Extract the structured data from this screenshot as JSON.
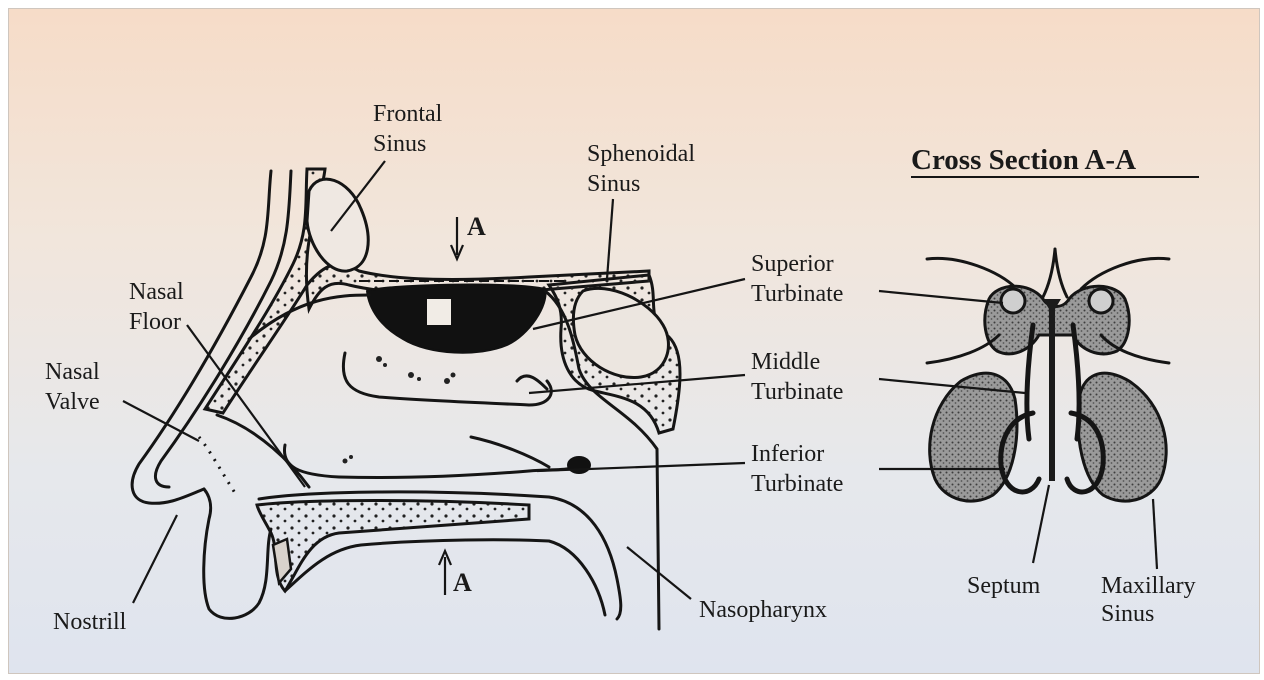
{
  "diagram": {
    "labels": {
      "frontal_sinus": [
        "Frontal",
        "Sinus"
      ],
      "sphenoidal_sinus": [
        "Sphenoidal",
        "Sinus"
      ],
      "nasal_floor": [
        "Nasal",
        "Floor"
      ],
      "nasal_valve": [
        "Nasal",
        "Valve"
      ],
      "nostrill": "Nostrill",
      "superior_turbinate": [
        "Superior",
        "Turbinate"
      ],
      "middle_turbinate": [
        "Middle",
        "Turbinate"
      ],
      "inferior_turbinate": [
        "Inferior",
        "Turbinate"
      ],
      "nasopharynx": "Nasopharynx",
      "septum": "Septum",
      "maxillary_sinus": [
        "Maxillary",
        "Sinus"
      ]
    },
    "section_marker_top": "A",
    "section_marker_bottom": "A",
    "cross_section_title": "Cross Section A-A"
  }
}
